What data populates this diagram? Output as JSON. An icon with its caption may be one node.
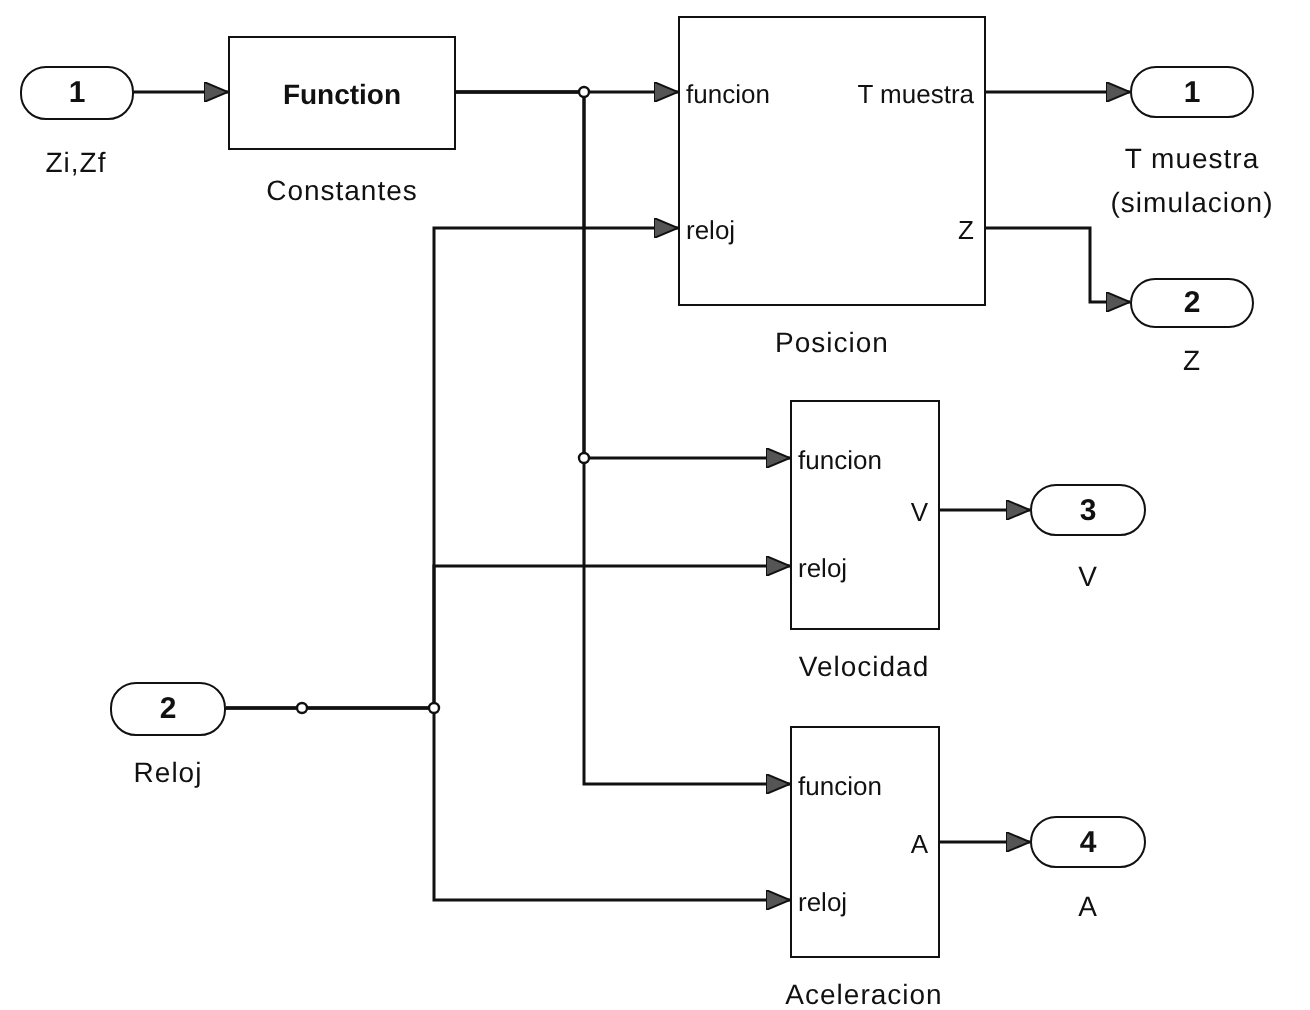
{
  "diagram": {
    "nodes": [
      {
        "text": [
          "1"
        ],
        "beside": [
          "Zi,Zf"
        ]
      },
      {
        "text": [
          "Function"
        ],
        "beside": [
          "Constantes"
        ]
      },
      {
        "text": [
          "funcion",
          "T muestra",
          "reloj",
          "Z"
        ],
        "beside": [
          "Posicion"
        ]
      },
      {
        "text": [
          "1"
        ],
        "beside": [
          "T muestra (simulacion)"
        ]
      },
      {
        "text": [
          "2"
        ],
        "beside": [
          "Z"
        ]
      },
      {
        "text": [
          "funcion",
          "V",
          "reloj"
        ],
        "beside": [
          "Velocidad"
        ]
      },
      {
        "text": [
          "3"
        ],
        "beside": [
          "V"
        ]
      },
      {
        "text": [
          "funcion",
          "A",
          "reloj"
        ],
        "beside": [
          "Aceleracion"
        ]
      },
      {
        "text": [
          "4"
        ],
        "beside": [
          "A"
        ]
      },
      {
        "text": [
          "2"
        ],
        "beside": [
          "Reloj"
        ]
      }
    ],
    "edges": [
      {
        "from": 0,
        "to": 1,
        "arrow": "to"
      },
      {
        "from": 1,
        "to": 2,
        "arrow": "to"
      },
      {
        "from": 1,
        "to": 5,
        "arrow": "to"
      },
      {
        "from": 1,
        "to": 7,
        "arrow": "to"
      },
      {
        "from": 9,
        "to": 2,
        "arrow": "to"
      },
      {
        "from": 9,
        "to": 5,
        "arrow": "to"
      },
      {
        "from": 9,
        "to": 7,
        "arrow": "to"
      },
      {
        "from": 2,
        "to": 3,
        "arrow": "to"
      },
      {
        "from": 2,
        "to": 4,
        "arrow": "to"
      },
      {
        "from": 5,
        "to": 6,
        "arrow": "to"
      },
      {
        "from": 7,
        "to": 8,
        "arrow": "to"
      }
    ]
  }
}
